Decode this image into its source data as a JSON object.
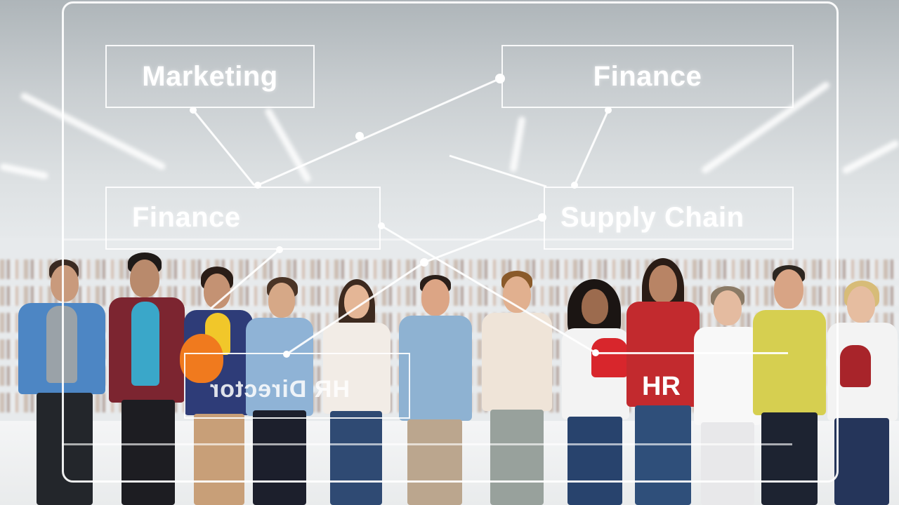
{
  "overlay": {
    "boxes": {
      "marketing": "Marketing",
      "finance_top": "Finance",
      "finance_mid": "Finance",
      "supply_chain": "Supply Chain",
      "hr": "HR",
      "mirrored_text": "HR Director"
    }
  },
  "colors": {
    "overlay_line": "#ffffff",
    "background": "#dfe3e6"
  }
}
